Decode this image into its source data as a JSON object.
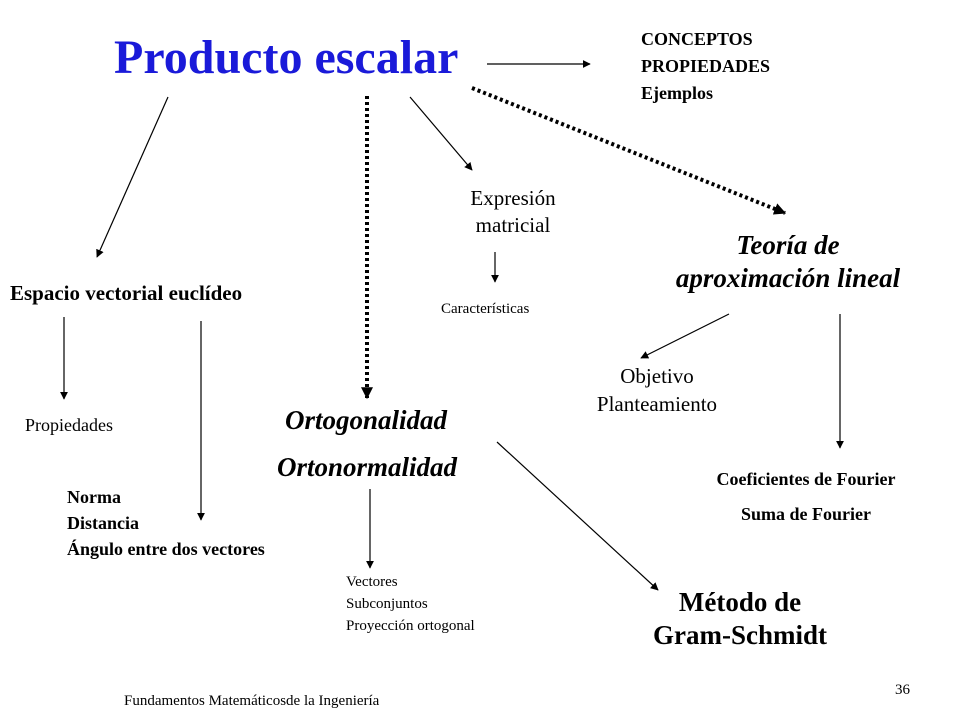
{
  "title": "Producto escalar",
  "concepts": [
    "CONCEPTOS",
    "PROPIEDADES",
    "Ejemplos"
  ],
  "euclidean": {
    "label": "Espacio vectorial euclídeo",
    "properties": "Propiedades",
    "measures": [
      "Norma",
      "Distancia",
      "Ángulo entre dos vectores"
    ]
  },
  "matrix": {
    "label": [
      "Expresión",
      "matricial"
    ],
    "features": "Características"
  },
  "approximation": {
    "label": [
      "Teoría de",
      "aproximación lineal"
    ],
    "objective": [
      "Objetivo",
      "Planteamiento"
    ],
    "fourier": [
      "Coeficientes de Fourier",
      "Suma de Fourier"
    ]
  },
  "orthogonality": {
    "label1": "Ortogonalidad",
    "label2": "Ortonormalidad",
    "items": [
      "Vectores",
      "Subconjuntos",
      "Proyección ortogonal"
    ]
  },
  "gram_schmidt": [
    "Método de",
    "Gram-Schmidt"
  ],
  "footer": "Fundamentos Matemáticosde la Ingeniería",
  "page_number": "36",
  "colors": {
    "title": "#1a1ad9",
    "text": "#000000",
    "background": "#ffffff"
  }
}
